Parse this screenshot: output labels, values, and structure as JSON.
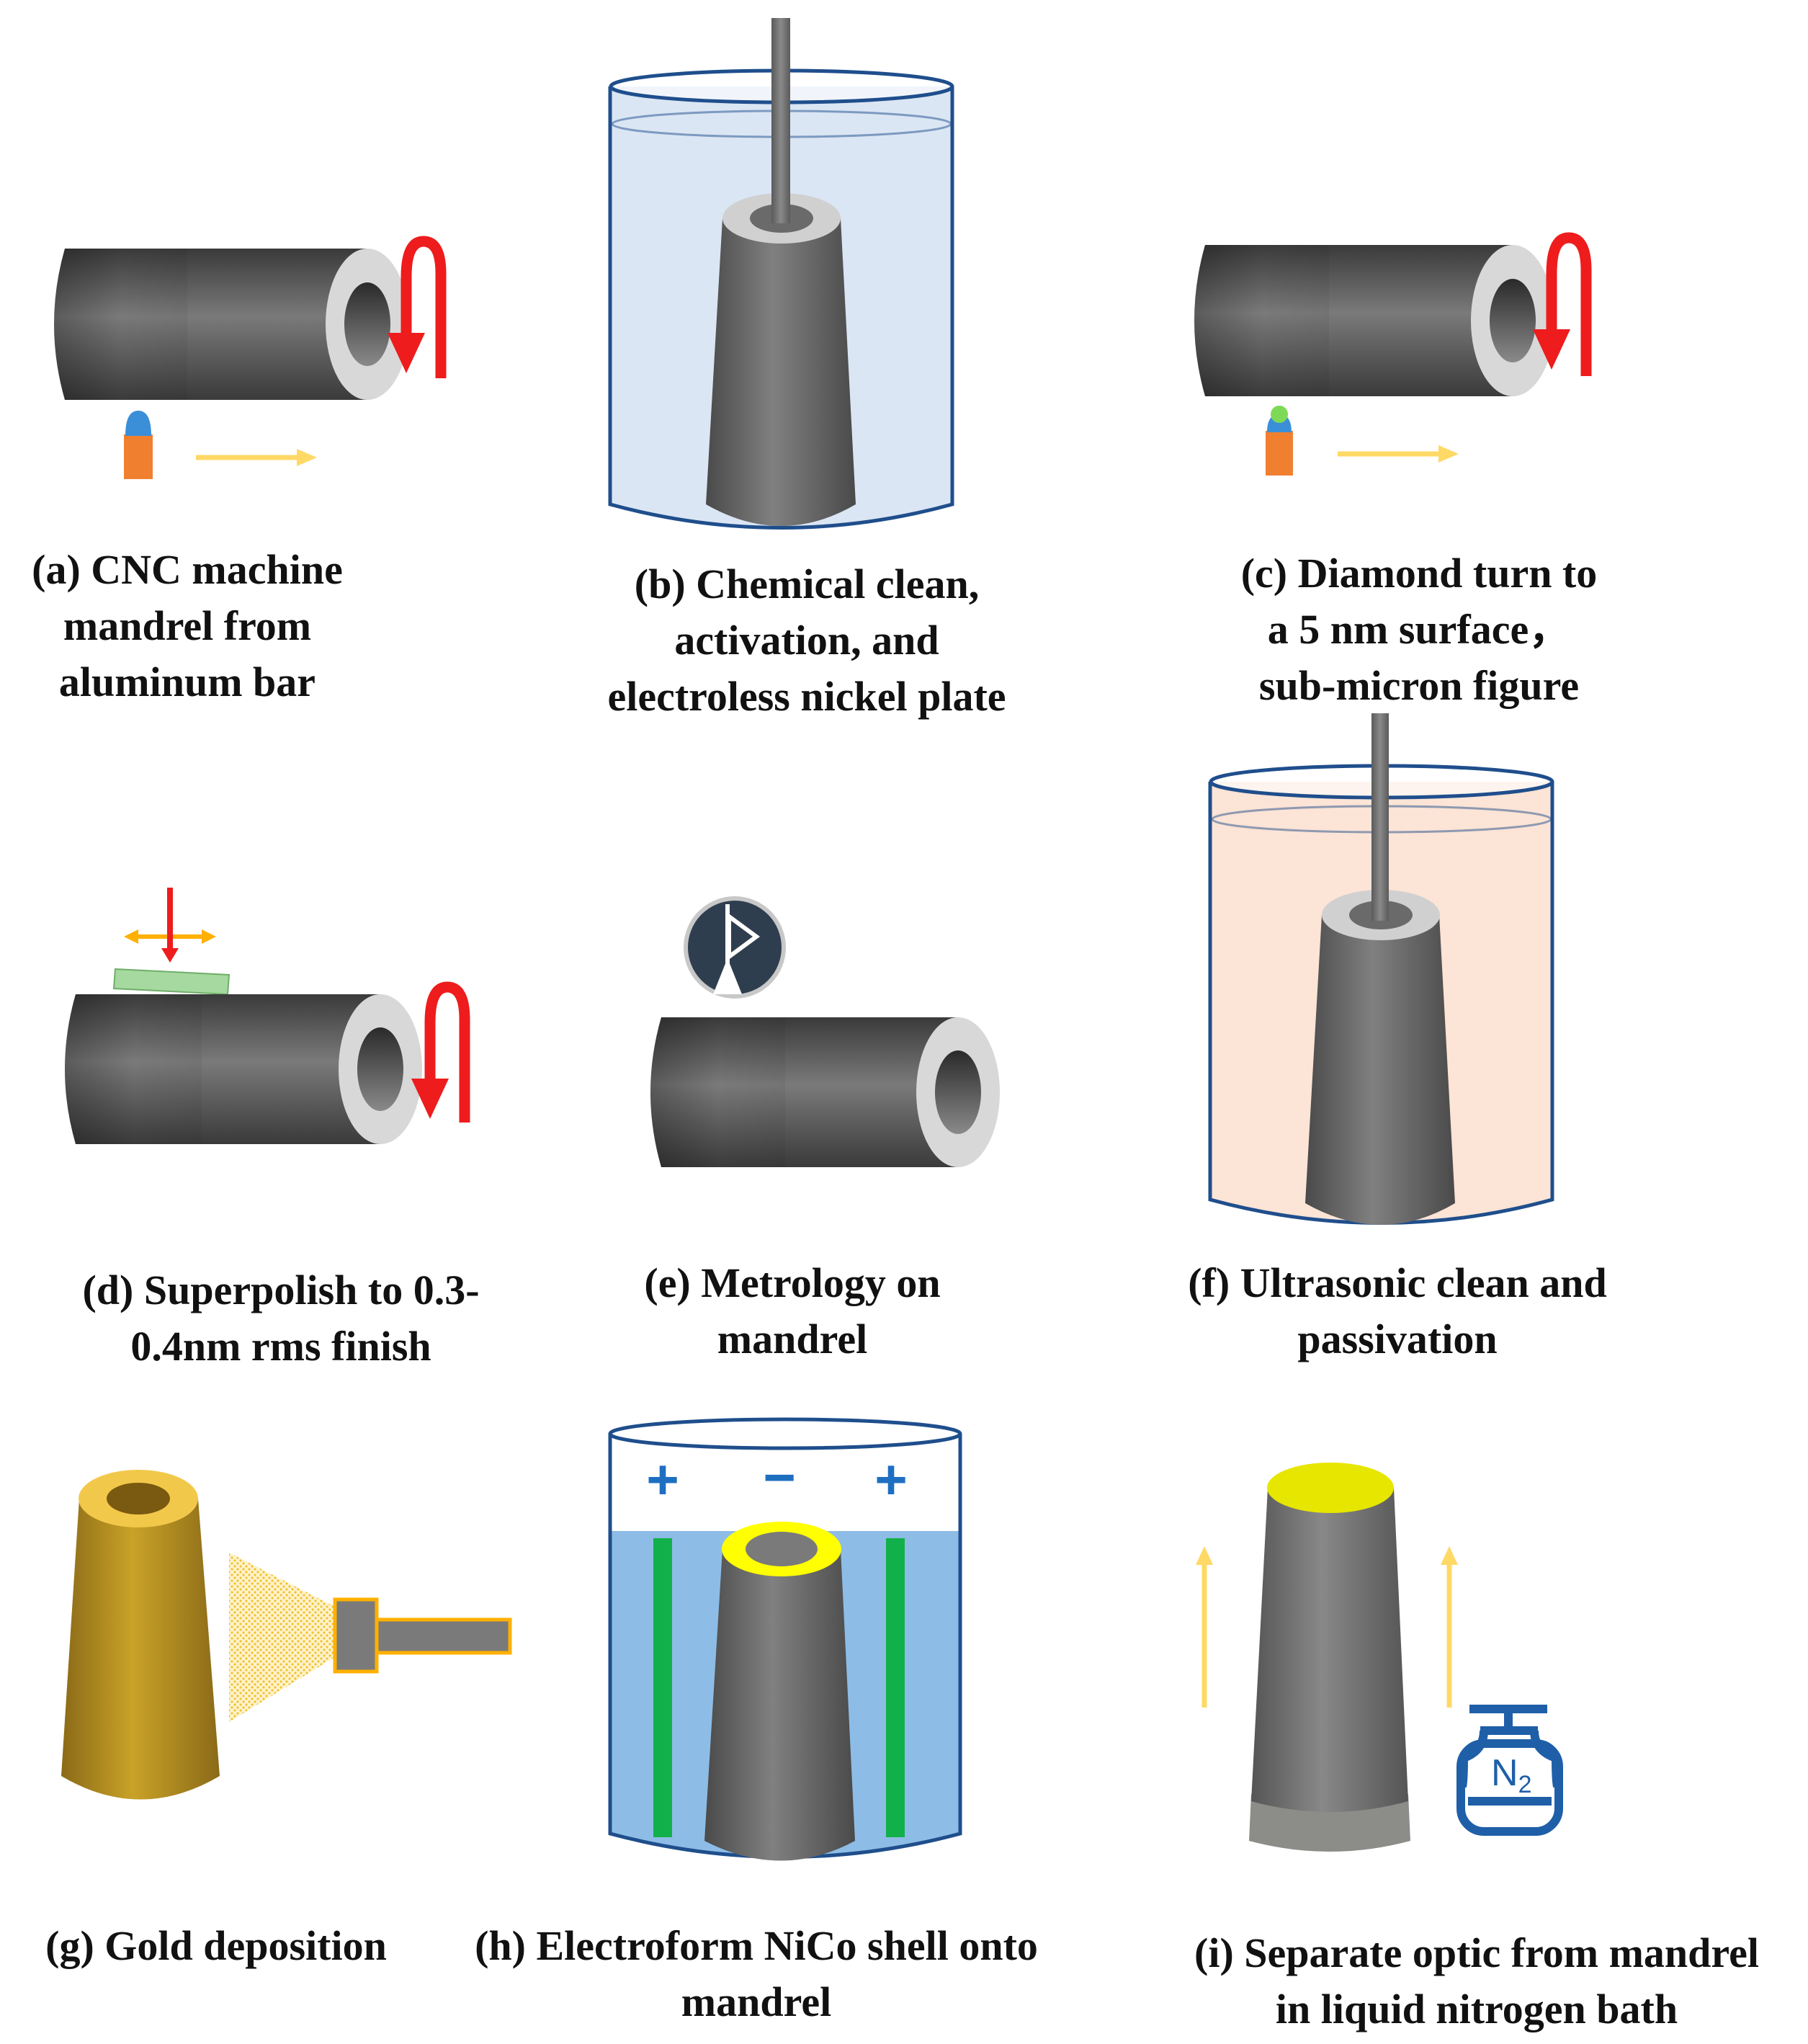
{
  "steps": [
    {
      "id": "a",
      "caption_lines": [
        "(a) CNC machine",
        "mandrel from",
        "aluminum bar"
      ]
    },
    {
      "id": "b",
      "caption_lines": [
        "(b) Chemical clean,",
        "activation, and",
        "electroless nickel plate"
      ]
    },
    {
      "id": "c",
      "caption_lines": [
        "(c) Diamond turn to",
        "a 5 nm surface，",
        "sub-micron figure"
      ]
    },
    {
      "id": "d",
      "caption_lines": [
        "(d) Superpolish to 0.3-",
        "0.4nm rms finish"
      ]
    },
    {
      "id": "e",
      "caption_lines": [
        "(e) Metrology on",
        "mandrel"
      ]
    },
    {
      "id": "f",
      "caption_lines": [
        "(f) Ultrasonic clean and",
        "passivation"
      ]
    },
    {
      "id": "g",
      "caption_lines": [
        "(g) Gold deposition"
      ]
    },
    {
      "id": "h",
      "caption_lines": [
        "(h) Electroform NiCo shell onto",
        "mandrel"
      ]
    },
    {
      "id": "i",
      "caption_lines": [
        "(i) Separate optic from mandrel",
        "in liquid nitrogen bath"
      ]
    }
  ],
  "electrode_signs": {
    "left": "+",
    "center": "−",
    "right": "+"
  },
  "tank_label": {
    "main": "N",
    "subscript": "2"
  },
  "colors": {
    "rotation_arrow": "#ee1c1c",
    "feed_arrow": "#ffd966",
    "tool_body": "#f08030",
    "tool_tip_a": "#3a8fd8",
    "tool_tip_c": "#7ed957",
    "bath_clean": "#dbe6f4",
    "bath_passivation": "#fce4d6",
    "bath_electroform": "#8dbde6",
    "beaker_outline": "#1f4e8c",
    "electrode": "#12b04a",
    "gold": "#c9a227",
    "gold_ring": "#f2c84b",
    "yellow_rim": "#ffff00",
    "polish_pad": "#a6d9a0",
    "polish_arrow_horizontal": "#ffb000",
    "metrology_badge": "#2f3e4f",
    "nitrogen_tank": "#1f5fa8",
    "sign_color": "#1f6fc1"
  },
  "icons": [
    "rotation-arrow-icon",
    "feed-arrow-icon",
    "cutting-tool-icon",
    "beaker-icon",
    "polishing-pad-icon",
    "metrology-probe-icon",
    "sputter-gun-icon",
    "electrode-icon",
    "nitrogen-tank-icon",
    "lift-arrow-icon"
  ]
}
